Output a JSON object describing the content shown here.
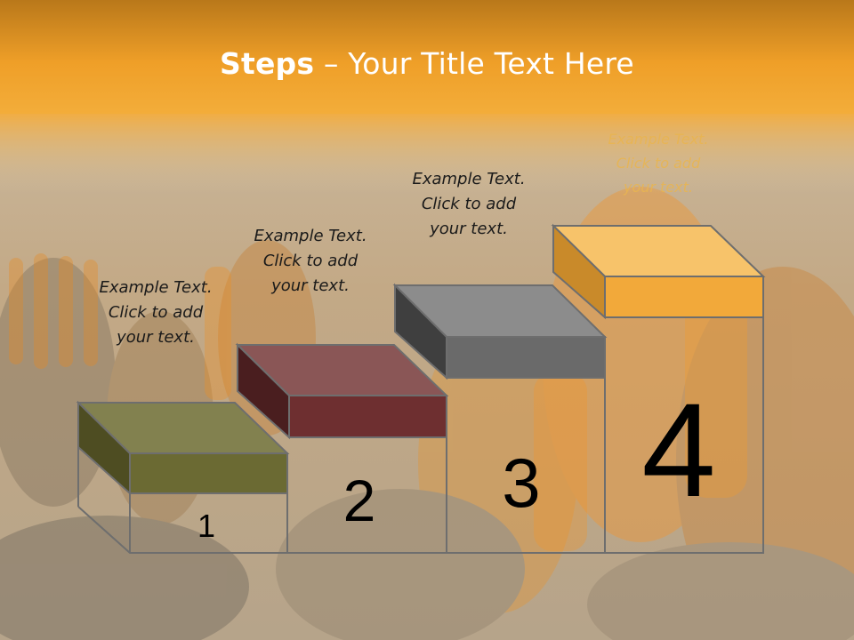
{
  "title": {
    "bold": "Steps",
    "rest": " – Your Title Text Here"
  },
  "steps": [
    {
      "number": "1",
      "line1": "Example Text.",
      "line2": "Click  to add",
      "line3": "your text.",
      "color": "#6b6a33"
    },
    {
      "number": "2",
      "line1": "Example Text.",
      "line2": "Click  to add",
      "line3": "your text.",
      "color": "#6e2f30"
    },
    {
      "number": "3",
      "line1": "Example Text.",
      "line2": "Click  to add",
      "line3": "your text.",
      "color": "#6a6a6a"
    },
    {
      "number": "4",
      "line1": "Example Text.",
      "line2": "Click  to add",
      "line3": "your text.",
      "color": "#f2a93a"
    }
  ],
  "colors": {
    "header": "#f0a32a",
    "background": "#c9b48f",
    "outline": "#6e6e6e"
  }
}
